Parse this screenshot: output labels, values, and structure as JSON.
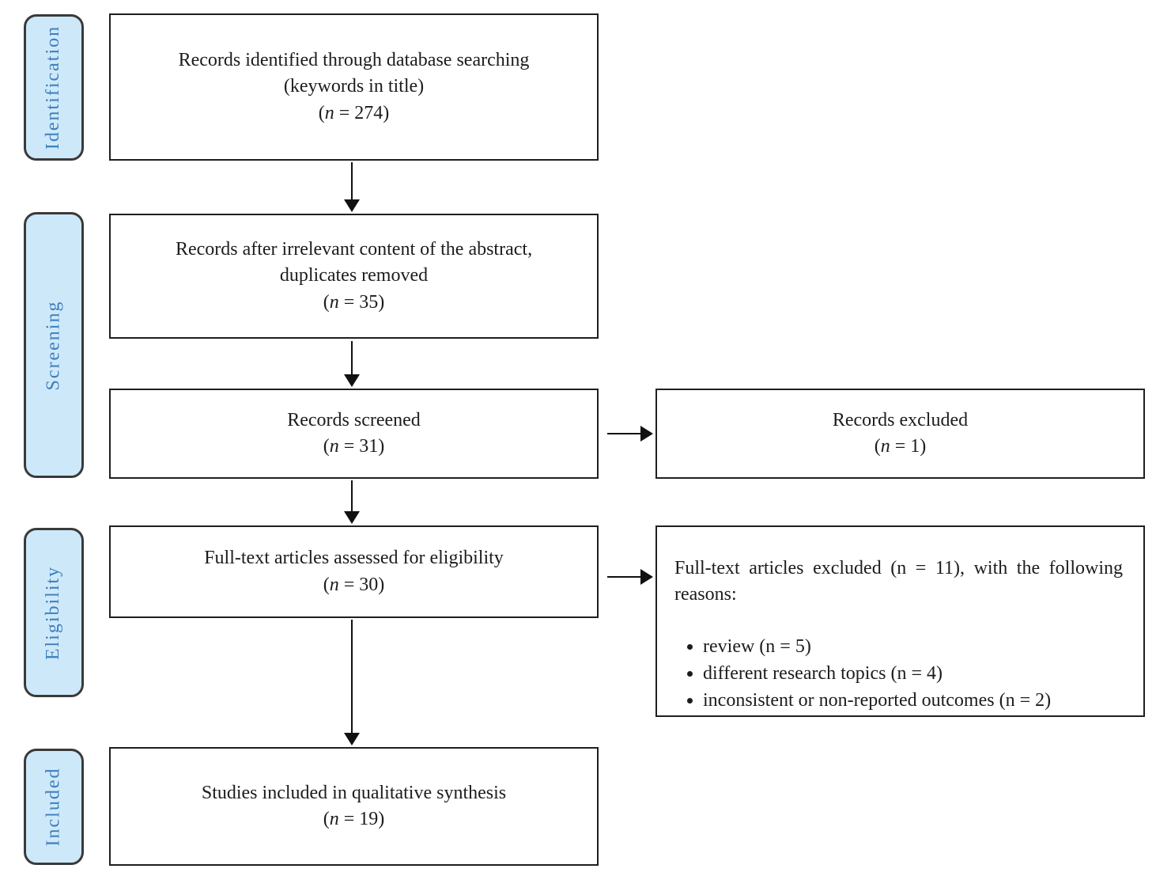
{
  "stages": {
    "identification": "Identification",
    "screening": "Screening",
    "eligibility": "Eligibility",
    "included": "Included"
  },
  "flow": {
    "identified": {
      "lines": [
        "Records identified through database searching",
        "(keywords in title)"
      ],
      "n_pre": "(",
      "n_var": "n",
      "n_post": " = 274)"
    },
    "after_duplicates": {
      "lines": [
        "Records after irrelevant content of the abstract,",
        "duplicates removed"
      ],
      "n_pre": "(",
      "n_var": "n",
      "n_post": " = 35)"
    },
    "screened": {
      "lines": [
        "Records screened"
      ],
      "n_pre": "(",
      "n_var": "n",
      "n_post": " = 31)"
    },
    "assessed": {
      "lines": [
        "Full-text articles assessed for eligibility"
      ],
      "n_pre": "(",
      "n_var": "n",
      "n_post": " = 30)"
    },
    "included_studies": {
      "lines": [
        "Studies included in qualitative synthesis"
      ],
      "n_pre": "(",
      "n_var": "n",
      "n_post": " = 19)"
    }
  },
  "excluded": {
    "records_excluded": {
      "lines": [
        "Records excluded"
      ],
      "n_pre": "(",
      "n_var": "n",
      "n_post": " = 1)"
    },
    "fulltext_excluded": {
      "intro": "Full-text articles excluded (n = 11), with the following reasons:",
      "bullets": [
        "review (n = 5)",
        "different research topics (n = 4)",
        "inconsistent or non-reported outcomes (n = 2)"
      ]
    }
  },
  "colors": {
    "stage_fill": "#cde9f9",
    "stage_text": "#3e7dbd",
    "box_border": "#1f1f1f"
  }
}
